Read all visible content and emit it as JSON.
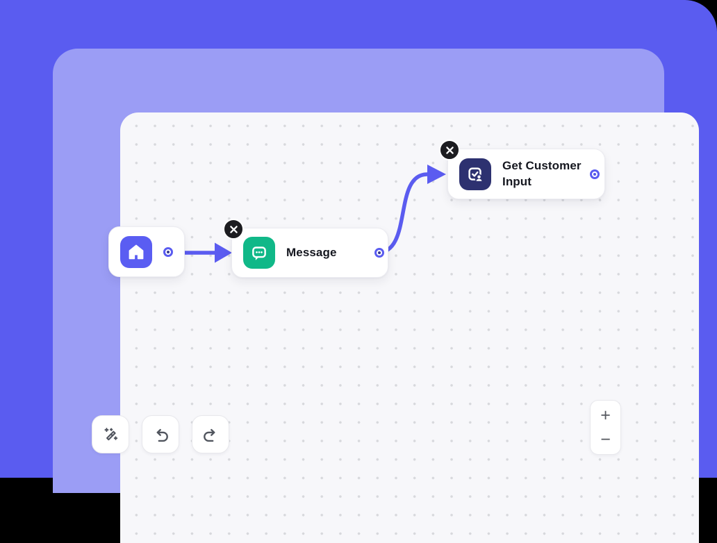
{
  "colors": {
    "window_background": "#000000",
    "app_background": "#5a5cf0",
    "frame_border": "#9b9df5",
    "canvas_surface": "#f7f7fa",
    "canvas_dots": "#d7d8dc",
    "edge": "#5b5cf0",
    "home_tile": "#5a5df2",
    "message_tile": "#10b888",
    "get_customer_input_tile": "#2d3170",
    "close_badge": "#1c1c20",
    "node_text": "#15171f"
  },
  "nodes": [
    {
      "id": "start",
      "label": "",
      "icon": "home-icon"
    },
    {
      "id": "message",
      "label": "Message",
      "icon": "chat-bubble-icon"
    },
    {
      "id": "get-customer-input",
      "label": "Get Customer Input",
      "icon": "user-task-check-icon"
    }
  ],
  "edges": [
    {
      "from": "start",
      "to": "message",
      "style": "straight-arrow"
    },
    {
      "from": "message",
      "to": "get-customer-input",
      "style": "curved-arrow"
    }
  ],
  "toolbar": {
    "buttons": [
      {
        "name": "magic-wand"
      },
      {
        "name": "undo"
      },
      {
        "name": "redo"
      }
    ]
  },
  "zoom_controls": {
    "zoom_in_label": "+",
    "zoom_out_label": "−"
  }
}
